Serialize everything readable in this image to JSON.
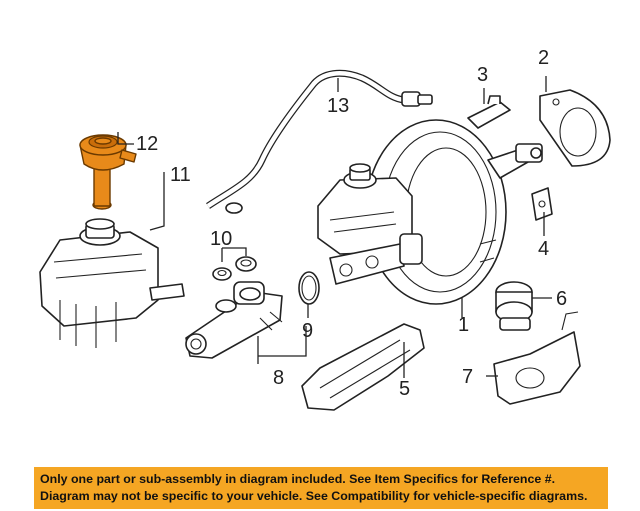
{
  "callouts": [
    {
      "id": "1",
      "text": "1"
    },
    {
      "id": "2",
      "text": "2"
    },
    {
      "id": "3",
      "text": "3"
    },
    {
      "id": "4",
      "text": "4"
    },
    {
      "id": "5",
      "text": "5"
    },
    {
      "id": "6",
      "text": "6"
    },
    {
      "id": "7",
      "text": "7"
    },
    {
      "id": "8",
      "text": "8"
    },
    {
      "id": "9",
      "text": "9"
    },
    {
      "id": "10",
      "text": "10"
    },
    {
      "id": "11",
      "text": "11"
    },
    {
      "id": "12",
      "text": "12"
    },
    {
      "id": "13",
      "text": "13"
    }
  ],
  "highlighted_part": "12",
  "colors": {
    "highlight": "#e88a1a",
    "banner": "#f5a623",
    "lines": "#222222"
  },
  "disclaimer": {
    "line1": "Only one part or sub-assembly in diagram included. See Item Specifics for Reference #.",
    "line2": "Diagram may not be specific to your vehicle. See Compatibility for vehicle-specific diagrams."
  }
}
